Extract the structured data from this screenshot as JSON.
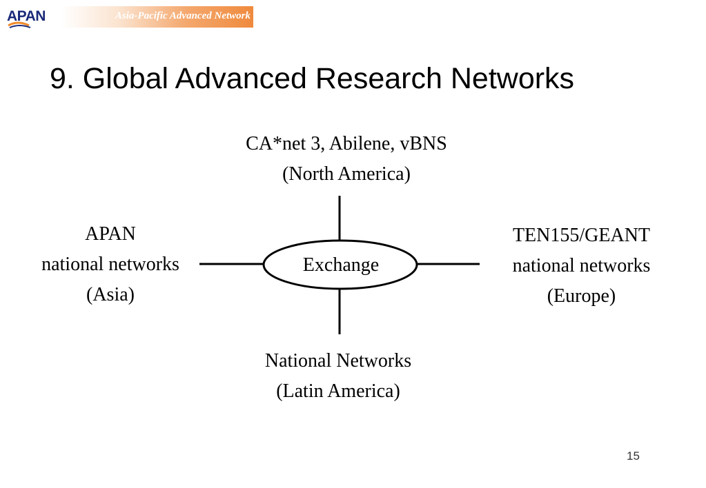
{
  "header": {
    "logo_text": "APAN",
    "banner_text": "Asia-Pacific Advanced Network"
  },
  "slide": {
    "title": "9. Global Advanced Research Networks",
    "page_number": "15"
  },
  "diagram": {
    "center": "Exchange",
    "north": {
      "line1": "CA*net 3, Abilene, vBNS",
      "line2": "(North America)"
    },
    "west": {
      "line1": "APAN",
      "line2": "national networks",
      "line3": "(Asia)"
    },
    "east": {
      "line1": "TEN155/GEANT",
      "line2": "national networks",
      "line3": "(Europe)"
    },
    "south": {
      "line1": "National Networks",
      "line2": "(Latin America)"
    }
  },
  "colors": {
    "logo": "#1b2a78",
    "banner_accent": "#ef8a3d",
    "lines": "#000000"
  }
}
